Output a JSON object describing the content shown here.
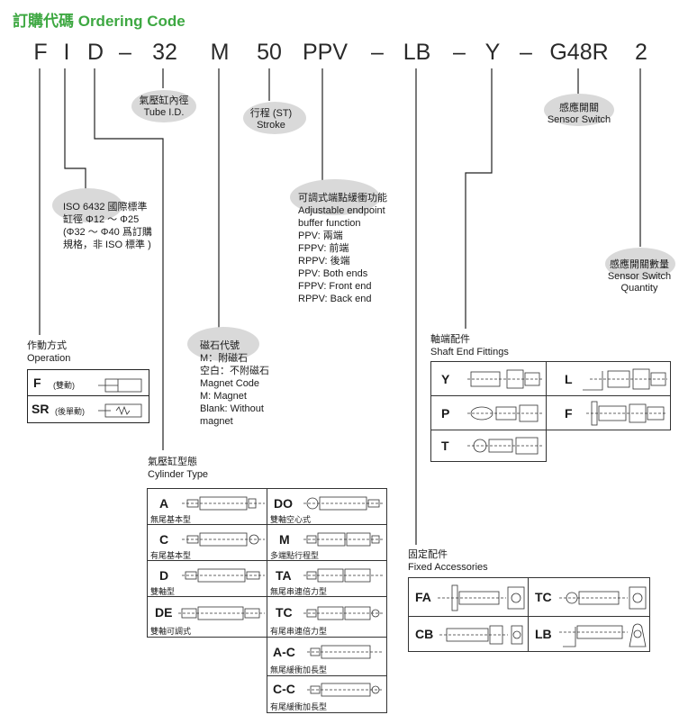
{
  "title": "訂購代碼 Ordering Code",
  "code": [
    {
      "text": "F"
    },
    {
      "text": "I"
    },
    {
      "text": "D"
    },
    {
      "text": "–"
    },
    {
      "text": "32"
    },
    {
      "text": "M"
    },
    {
      "text": "50"
    },
    {
      "text": "PPV"
    },
    {
      "text": "–"
    },
    {
      "text": "LB"
    },
    {
      "text": "–"
    },
    {
      "text": "Y"
    },
    {
      "text": "–"
    },
    {
      "text": "G48R"
    },
    {
      "text": "2"
    }
  ],
  "tube_id": {
    "zh": "氣壓缸內徑",
    "en": "Tube I.D."
  },
  "stroke": {
    "zh": "行程 (ST)",
    "en": "Stroke"
  },
  "sensor_switch": {
    "zh": "感應開關",
    "en": "Sensor Switch"
  },
  "iso": {
    "line1": "ISO 6432 國際標準",
    "line2": "缸徑 Φ12 ～ Φ25",
    "line3": "(Φ32 ～ Φ40 爲訂購",
    "line4": "規格，非 ISO 標準 )"
  },
  "buffer": {
    "zh": "可調式端點緩衝功能",
    "lines": [
      "Adjustable endpoint",
      "buffer function",
      "PPV: 兩端",
      "FPPV: 前端",
      "RPPV: 後端",
      "PPV: Both ends",
      "FPPV: Front end",
      "RPPV: Back end"
    ]
  },
  "switch_qty": {
    "zh": "感應開關數量",
    "en1": "Sensor Switch",
    "en2": "Quantity"
  },
  "magnet": {
    "zh": "磁石代號",
    "lines": [
      "M：附磁石",
      "空白：不附磁石",
      "Magnet Code",
      "M:  Magnet",
      "Blank: Without",
      "magnet"
    ]
  },
  "operation": {
    "zh": "作動方式",
    "en": "Operation",
    "rows": [
      {
        "code": "F",
        "desc": "(雙動)"
      },
      {
        "code": "SR",
        "desc": "(後單動)"
      }
    ]
  },
  "shaft_end": {
    "zh": "軸端配件",
    "en": "Shaft End Fittings",
    "items": [
      {
        "code": "Y"
      },
      {
        "code": "L"
      },
      {
        "code": "P"
      },
      {
        "code": "F"
      },
      {
        "code": "T"
      }
    ]
  },
  "cylinder_type": {
    "zh": "氣壓缸型態",
    "en": "Cylinder Type",
    "left": [
      {
        "code": "A",
        "desc": "無尾基本型"
      },
      {
        "code": "C",
        "desc": "有尾基本型"
      },
      {
        "code": "D",
        "desc": "雙軸型"
      },
      {
        "code": "DE",
        "desc": "雙軸可調式"
      }
    ],
    "right": [
      {
        "code": "DO",
        "desc": "雙軸空心式"
      },
      {
        "code": "M",
        "desc": "多端點行程型"
      },
      {
        "code": "TA",
        "desc": "無尾串連倍力型"
      },
      {
        "code": "TC",
        "desc": "有尾串連倍力型"
      },
      {
        "code": "A-C",
        "desc": "無尾緩衝加長型"
      },
      {
        "code": "C-C",
        "desc": "有尾緩衝加長型"
      }
    ]
  },
  "fixed": {
    "zh": "固定配件",
    "en": "Fixed Accessories",
    "items": [
      {
        "code": "FA"
      },
      {
        "code": "TC"
      },
      {
        "code": "CB"
      },
      {
        "code": "LB"
      }
    ]
  },
  "colors": {
    "title": "#3ea842",
    "bubble": "#d9d9d9"
  }
}
